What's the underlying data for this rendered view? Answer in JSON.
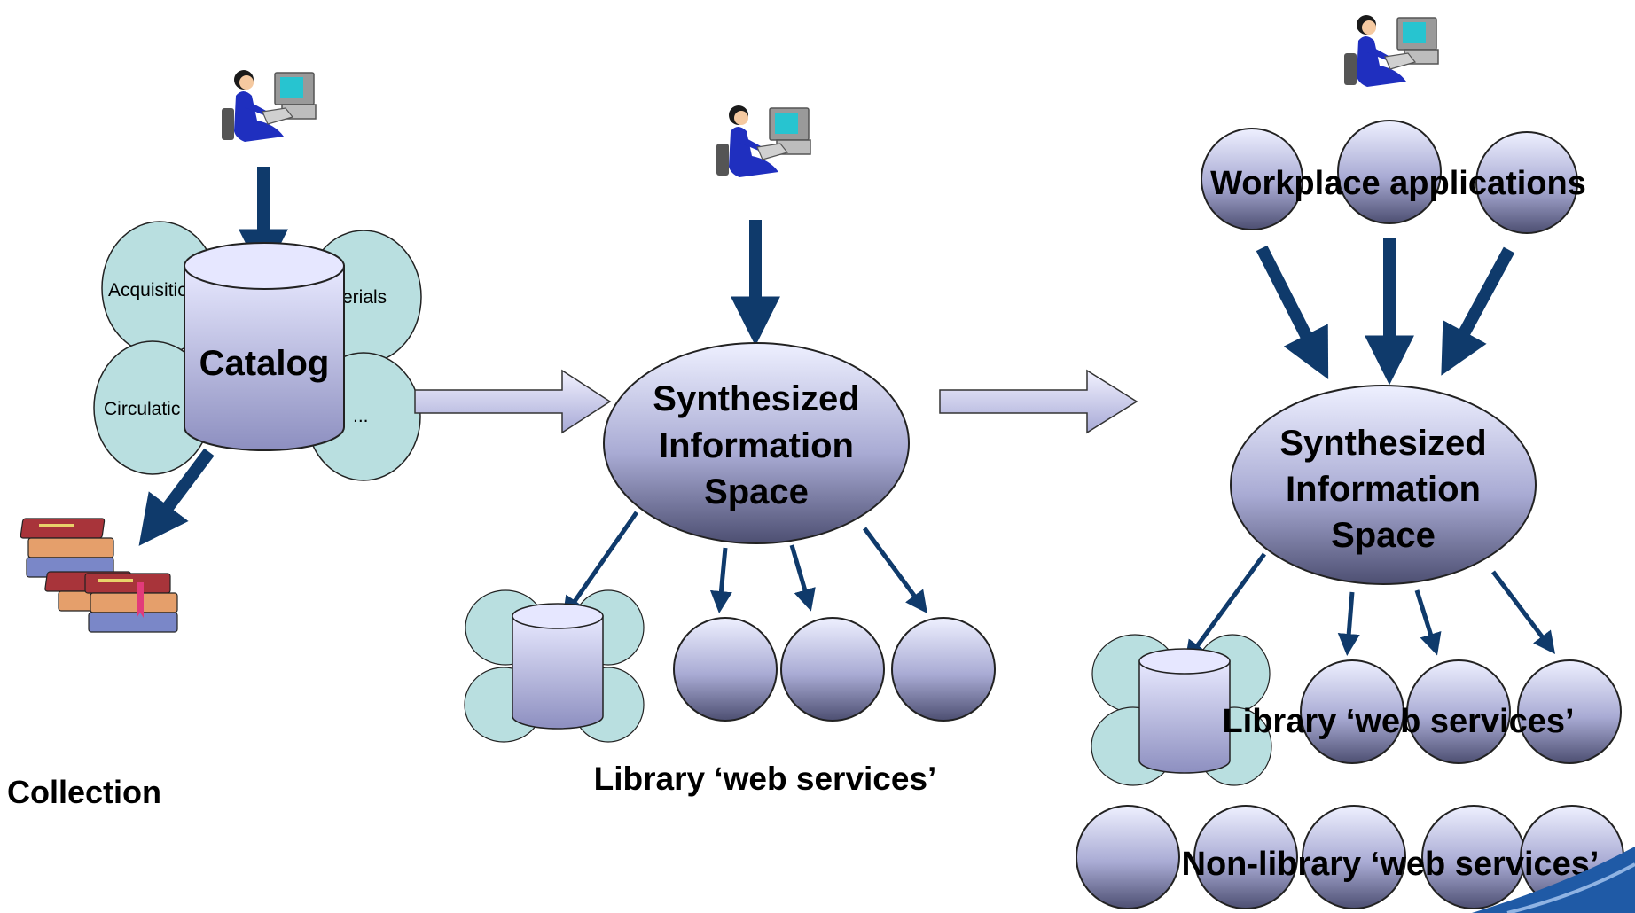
{
  "stage1": {
    "modules": [
      "Acquisitions",
      "Serials",
      "Circulation",
      "..."
    ],
    "modules_visible": [
      "Acquisitic",
      "erials",
      "Circulatic",
      "..."
    ],
    "catalog_label": "Catalog",
    "collection_label": "Collection"
  },
  "stage2": {
    "center_label_lines": [
      "Synthesized",
      "Information",
      "Space"
    ],
    "services_label": "Library ‘web services’"
  },
  "stage3": {
    "apps_label": "Workplace applications",
    "center_label_lines": [
      "Synthesized",
      "Information",
      "Space"
    ],
    "library_services_label": "Library ‘web services’",
    "nonlibrary_services_label": "Non-library ‘web services’"
  },
  "colors": {
    "arrow": "#0f3a6b",
    "cloud": "#b9dfe0",
    "node_top": "#e4e6ff",
    "node_bottom": "#5d5f80",
    "block_arrow": "#c9cbea"
  },
  "icons": [
    "user-at-computer-icon",
    "database-icon",
    "books-stack-icon"
  ]
}
